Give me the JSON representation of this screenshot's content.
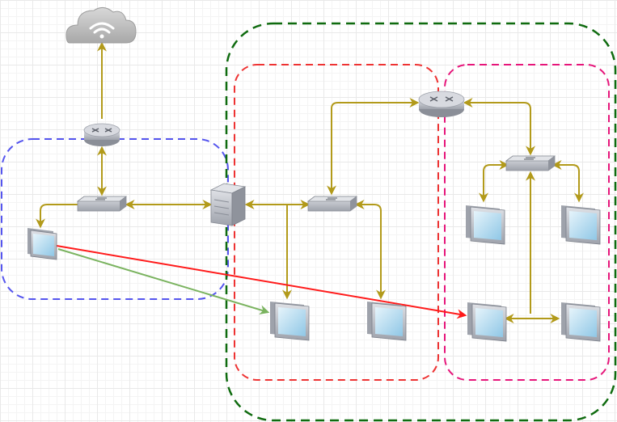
{
  "diagram": {
    "colors": {
      "link": "#b29a1a",
      "red_link": "#ff1a1a",
      "green_link": "#7ab35f",
      "zone_blue": "#5555ee",
      "zone_green": "#0f6b0f",
      "zone_red": "#ee3333",
      "zone_pink": "#e6157a",
      "device_body": "#b9bcc3",
      "device_dark": "#7c808a",
      "screen": "#bfe0f2"
    },
    "zones": [
      {
        "id": "zone-blue"
      },
      {
        "id": "zone-green"
      },
      {
        "id": "zone-red"
      },
      {
        "id": "zone-pink"
      }
    ],
    "nodes": [
      {
        "id": "cloud",
        "icon": "wifi-cloud-icon"
      },
      {
        "id": "router-left",
        "icon": "router-icon"
      },
      {
        "id": "switch-left",
        "icon": "switch-icon"
      },
      {
        "id": "pc-left",
        "icon": "monitor-icon"
      },
      {
        "id": "server",
        "icon": "server-icon"
      },
      {
        "id": "router-right",
        "icon": "router-icon"
      },
      {
        "id": "switch-mid",
        "icon": "switch-icon"
      },
      {
        "id": "pc-mid-a",
        "icon": "monitor-icon"
      },
      {
        "id": "pc-mid-b",
        "icon": "monitor-icon"
      },
      {
        "id": "switch-right",
        "icon": "switch-icon"
      },
      {
        "id": "pc-right-1",
        "icon": "monitor-icon"
      },
      {
        "id": "pc-right-2",
        "icon": "monitor-icon"
      },
      {
        "id": "pc-right-3",
        "icon": "monitor-icon"
      },
      {
        "id": "pc-right-4",
        "icon": "monitor-icon"
      }
    ],
    "links": [
      {
        "from": "router-left",
        "to": "cloud",
        "style": "link",
        "arrows": "end"
      },
      {
        "from": "switch-left",
        "to": "router-left",
        "style": "link",
        "arrows": "both"
      },
      {
        "from": "switch-left",
        "to": "pc-left",
        "style": "link",
        "arrows": "end"
      },
      {
        "from": "switch-left",
        "to": "server",
        "style": "link",
        "arrows": "both"
      },
      {
        "from": "server",
        "to": "switch-mid",
        "style": "link",
        "arrows": "both"
      },
      {
        "from": "switch-mid",
        "to": "router-right",
        "style": "link",
        "arrows": "both"
      },
      {
        "from": "switch-mid",
        "to": "pc-mid-a",
        "style": "link",
        "arrows": "end"
      },
      {
        "from": "switch-mid",
        "to": "pc-mid-b",
        "style": "link",
        "arrows": "both"
      },
      {
        "from": "router-right",
        "to": "switch-right",
        "style": "link",
        "arrows": "both"
      },
      {
        "from": "switch-right",
        "to": "pc-right-1",
        "style": "link",
        "arrows": "both"
      },
      {
        "from": "switch-right",
        "to": "pc-right-2",
        "style": "link",
        "arrows": "both"
      },
      {
        "from": "switch-right",
        "to": "pc-right-3",
        "style": "link",
        "arrows": "both"
      },
      {
        "from": "pc-right-3",
        "to": "pc-right-4",
        "style": "link",
        "arrows": "both"
      },
      {
        "from": "pc-left",
        "to": "pc-right-3",
        "style": "red_link",
        "arrows": "end"
      },
      {
        "from": "pc-left",
        "to": "pc-mid-a",
        "style": "green_link",
        "arrows": "end"
      }
    ]
  }
}
